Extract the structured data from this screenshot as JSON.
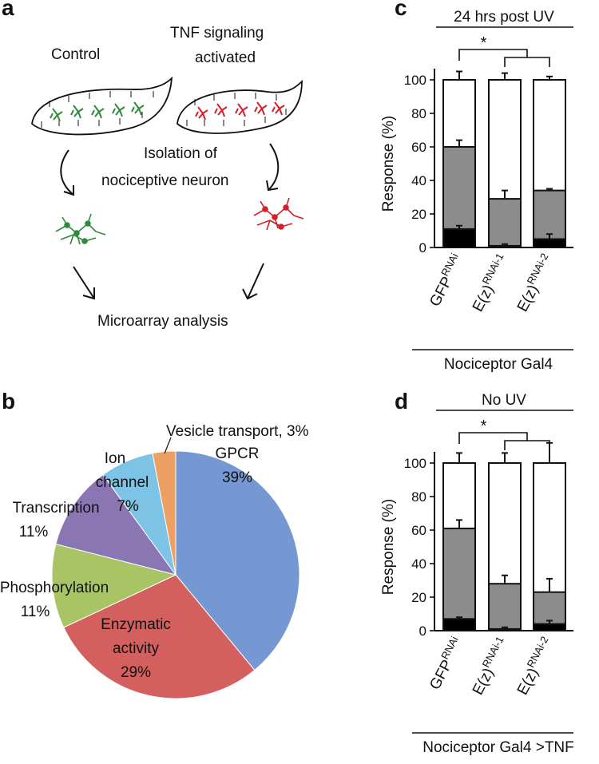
{
  "panel_a": {
    "label": "a",
    "control": "Control",
    "tnf_line1": "TNF signaling",
    "tnf_line2": "activated",
    "isolation_line1": "Isolation of",
    "isolation_line2": "nociceptive neuron",
    "microarray": "Microarray analysis",
    "colors": {
      "control": "#2e8b3e",
      "tnf": "#d0202a"
    }
  },
  "panel_b": {
    "label": "b",
    "chart_data": {
      "type": "pie",
      "slices": [
        {
          "label": "GPCR",
          "value": 39,
          "pct_text": "39%",
          "color": "#7597d2"
        },
        {
          "label": "Enzymatic activity",
          "line1": "Enzymatic",
          "line2": "activity",
          "value": 29,
          "pct_text": "29%",
          "color": "#d35f5f"
        },
        {
          "label": "Phosphorylation",
          "value": 11,
          "pct_text": "11%",
          "color": "#a9c465"
        },
        {
          "label": "Transcription",
          "value": 11,
          "pct_text": "11%",
          "color": "#8a76b3"
        },
        {
          "label": "Ion channel",
          "line1": "Ion",
          "line2": "channel",
          "value": 7,
          "pct_text": "7%",
          "color": "#7cc3e6"
        },
        {
          "label": "Vesicle transport",
          "value": 3,
          "pct_text": "Vesicle transport, 3%",
          "color": "#eea064"
        }
      ]
    }
  },
  "panel_c": {
    "label": "c",
    "condition": "24 hrs post UV",
    "significance": "*",
    "driver": "Nociceptor Gal4",
    "chart_data": {
      "type": "bar",
      "ylabel": "Response (%)",
      "ylim": [
        0,
        100
      ],
      "yticks": [
        "0",
        "20",
        "40",
        "60",
        "80",
        "100"
      ],
      "categories": [
        {
          "base": "GFP",
          "sup": "RNAi"
        },
        {
          "base": "E(z)",
          "sup": "RNAi-1"
        },
        {
          "base": "E(z)",
          "sup": "RNAi-2"
        }
      ],
      "series": [
        {
          "values": [
            11,
            1,
            5
          ],
          "errors": [
            2,
            1,
            3
          ]
        },
        {
          "values": [
            60,
            29,
            34
          ],
          "errors": [
            4,
            5,
            1
          ]
        },
        {
          "values": [
            100,
            100,
            100
          ],
          "errors": [
            5,
            4,
            2
          ]
        }
      ],
      "series_colors": [
        "#000000",
        "#8c8c8c",
        "#ffffff"
      ]
    }
  },
  "panel_d": {
    "label": "d",
    "condition": "No UV",
    "significance": "*",
    "driver": "Nociceptor Gal4 >TNF",
    "chart_data": {
      "type": "bar",
      "ylabel": "Response (%)",
      "ylim": [
        0,
        100
      ],
      "yticks": [
        "0",
        "20",
        "40",
        "60",
        "80",
        "100"
      ],
      "categories": [
        {
          "base": "GFP",
          "sup": "RNAi"
        },
        {
          "base": "E(z)",
          "sup": "RNAi-1"
        },
        {
          "base": "E(z)",
          "sup": "RNAi-2"
        }
      ],
      "series": [
        {
          "values": [
            7,
            1,
            4
          ],
          "errors": [
            1,
            1,
            2
          ]
        },
        {
          "values": [
            61,
            28,
            23
          ],
          "errors": [
            5,
            5,
            8
          ]
        },
        {
          "values": [
            100,
            100,
            100
          ],
          "errors": [
            6,
            6,
            12
          ]
        }
      ],
      "series_colors": [
        "#000000",
        "#8c8c8c",
        "#ffffff"
      ]
    }
  }
}
